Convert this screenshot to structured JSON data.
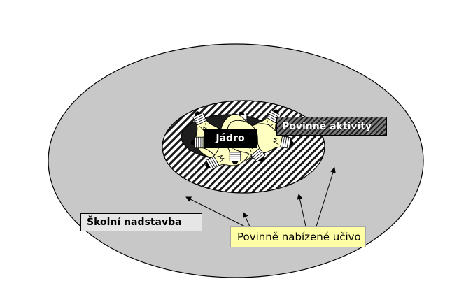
{
  "diagram": {
    "outer_region_label": "Školní nadstavba",
    "ring_region_label": "Povinné aktivity",
    "core_label": "Jádro",
    "offered_label": "Povinně nabízené učivo",
    "colors": {
      "outer_fill": "#c8c8c8",
      "ring_hatch": "#1a1a1a",
      "core_fill": "#000000",
      "bulb_fill": "#ffffc2",
      "offered_fill": "#ffffa6",
      "school_label_fill": "#e6e6e6"
    },
    "bulb_icon": "light-bulb-icon",
    "bulb_count": 8,
    "arrow_count": 4
  }
}
